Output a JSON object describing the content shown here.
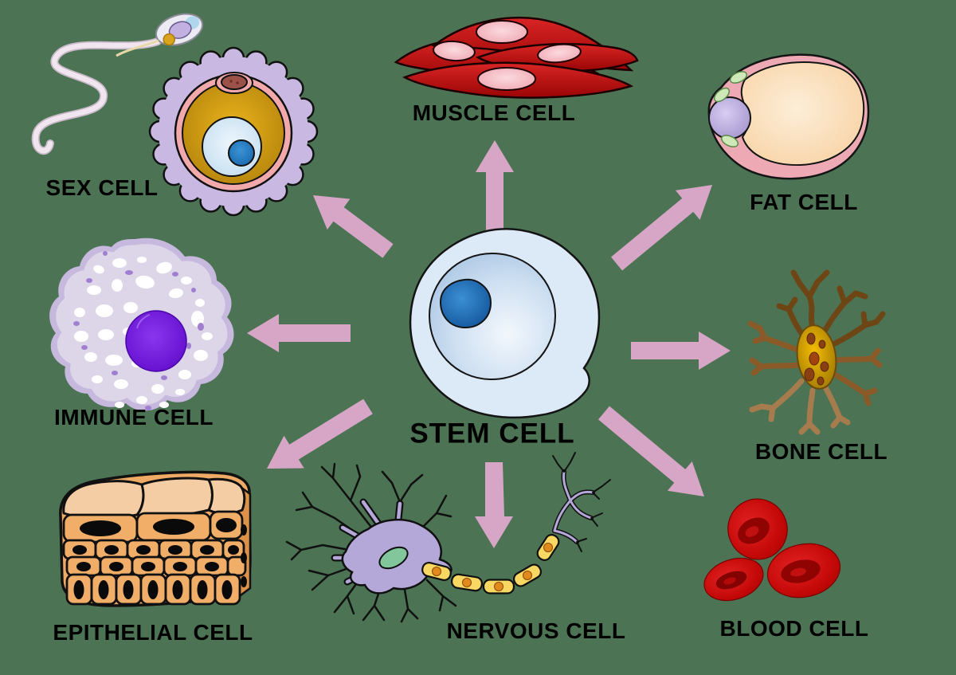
{
  "diagram": {
    "center_label": "STEM CELL",
    "nodes": [
      {
        "id": "muscle-cell",
        "label": "MUSCLE CELL"
      },
      {
        "id": "fat-cell",
        "label": "FAT CELL"
      },
      {
        "id": "bone-cell",
        "label": "BONE CELL"
      },
      {
        "id": "blood-cell",
        "label": "BLOOD CELL"
      },
      {
        "id": "nervous-cell",
        "label": "NERVOUS CELL"
      },
      {
        "id": "epithelial-cell",
        "label": "EPITHELIAL CELL"
      },
      {
        "id": "immune-cell",
        "label": "IMMUNE CELL"
      },
      {
        "id": "sex-cell",
        "label": "SEX CELL"
      }
    ],
    "arrows": [
      "muscle-cell",
      "fat-cell",
      "bone-cell",
      "blood-cell",
      "nervous-cell",
      "epithelial-cell",
      "immune-cell",
      "sex-cell"
    ],
    "colors": {
      "background": "#4c7454",
      "arrow": "#d7a6c6",
      "label_text": "#000000",
      "stem_cell_body": "#dce9f7",
      "stem_nucleus": "#0e4f96"
    }
  }
}
